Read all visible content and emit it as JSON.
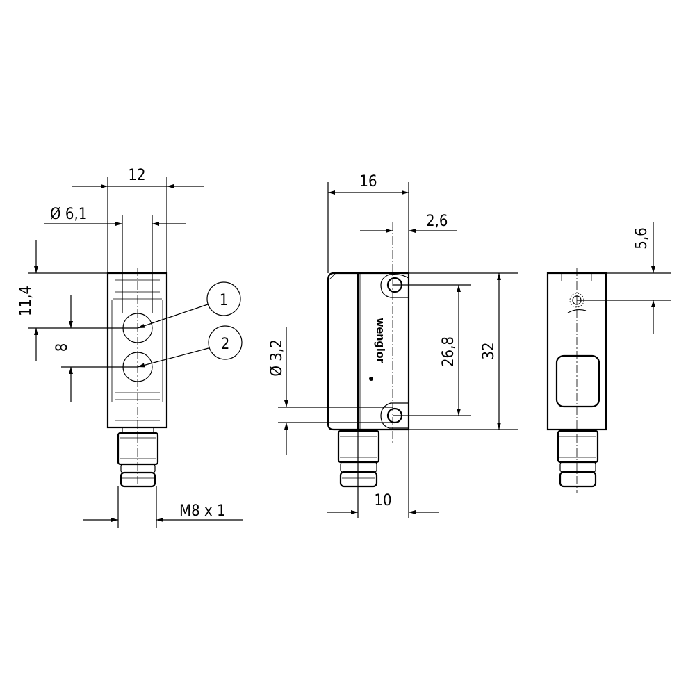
{
  "drawing": {
    "front_view": {
      "width_dim": "12",
      "lens_dim": "Ø 6,1",
      "offset_dim": "11,4",
      "spacing_dim": "8",
      "callout_1": "1",
      "callout_2": "2",
      "thread_dim": "M8 x 1"
    },
    "side_view": {
      "width_dim": "16",
      "hole_offset_dim": "2,6",
      "hole_spacing_dim": "26,8",
      "height_dim": "32",
      "hole_dia_dim": "Ø 3,2",
      "connector_dim": "10",
      "brand_logo": "wenglor"
    },
    "rear_view": {
      "led_offset_dim": "5,6"
    }
  }
}
